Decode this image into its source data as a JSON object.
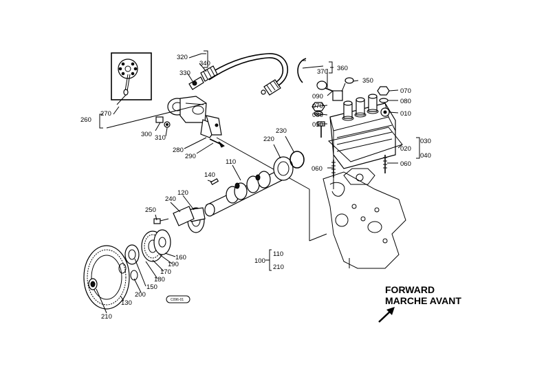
{
  "labels": {
    "p320": "320",
    "p340": "340",
    "p330": "330",
    "p270": "270",
    "p260": "260",
    "p300": "300",
    "p310": "310",
    "p280": "280",
    "p290": "290",
    "p370": "370",
    "p360": "360",
    "p350": "350",
    "p090": "090",
    "p070a": "070",
    "p080a": "080",
    "p070b": "070",
    "p080b": "080",
    "p010": "010",
    "p050": "050",
    "p230": "230",
    "p220": "220",
    "p030": "030",
    "p020": "020",
    "p040": "040",
    "p060a": "060",
    "p060b": "060",
    "p110": "110",
    "p140": "140",
    "p120": "120",
    "p240": "240",
    "p250": "250",
    "p160": "160",
    "p190": "190",
    "p170": "170",
    "p180": "180",
    "p150": "150",
    "p200": "200",
    "p130": "130",
    "p210": "210",
    "grp100": "100",
    "grp110": "110",
    "grp210": "210"
  },
  "forward_label": "FORWARD",
  "marche_label": "MARCHE AVANT",
  "drawing_code": "C096-01"
}
